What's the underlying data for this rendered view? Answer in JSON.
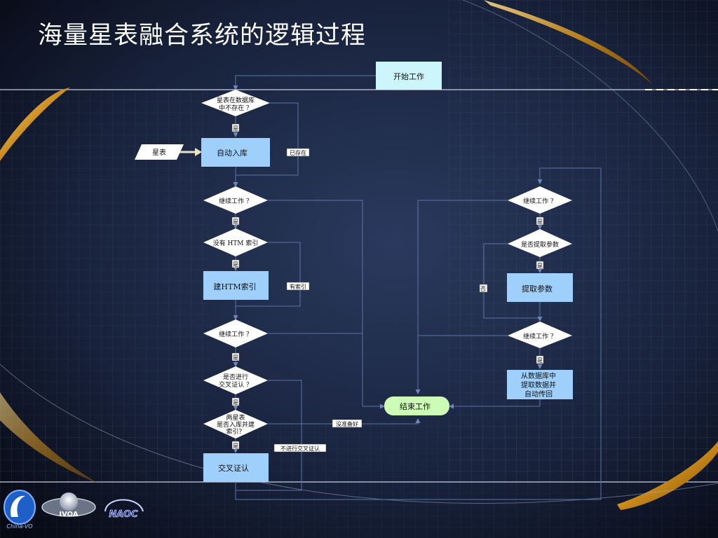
{
  "slide": {
    "title": "海量星表融合系统的逻辑过程"
  },
  "flowchart": {
    "nodes": {
      "start": "开始工作",
      "q_catalog_exists": [
        "星表在数据库",
        "中不存在 ？"
      ],
      "catalog_input": "星表",
      "auto_import": "自动入库",
      "q_continue_1": "继续工作 ？",
      "q_no_htm": "没有 HTM 索引",
      "build_htm": "建HTM索引",
      "q_continue_2": "继续工作 ？",
      "q_cross_id": [
        "是否进行",
        "交叉证认 ？"
      ],
      "q_both_ready": [
        "两星表",
        "是否入库并建",
        "索引？"
      ],
      "cross_id": "交叉证认",
      "end": "结束工作",
      "q_continue_r1": "继续工作 ？",
      "q_extract_params": "是否提取参数",
      "extract_params": "提取参数",
      "q_continue_r2": "继续工作 ？",
      "extract_return": [
        "从数据库中",
        "提取数据并",
        "自动传回"
      ]
    },
    "edge_labels": {
      "yes": "是",
      "no": "否",
      "already_exists": "已存在",
      "has_index": "有索引",
      "not_ready": "没准备好",
      "no_cross_id": "不进行交叉证认"
    }
  },
  "logos": {
    "china_vo": "China-VO",
    "ivoa": "IVOA",
    "naoc": "NAOC"
  }
}
